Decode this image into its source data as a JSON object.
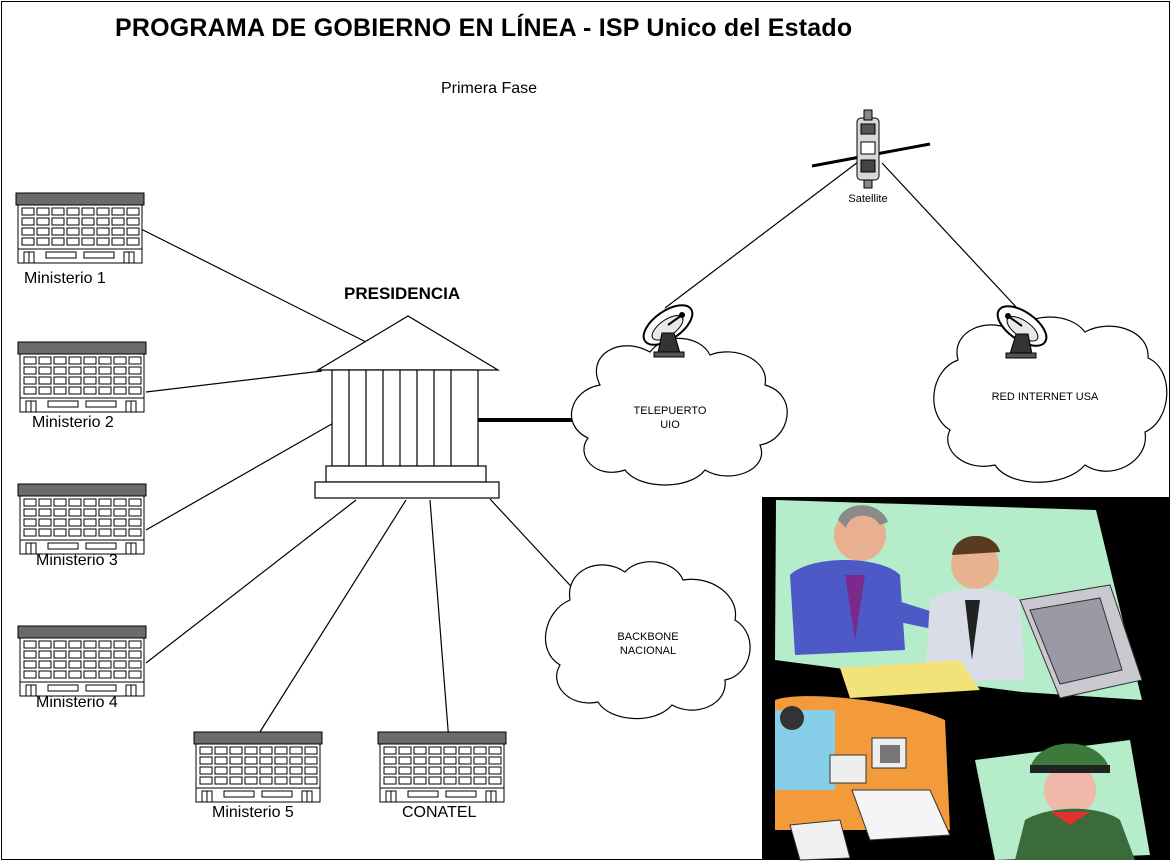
{
  "title": "PROGRAMA DE GOBIERNO EN LÍNEA - ISP Unico del Estado",
  "subtitle": "Primera Fase",
  "nodes": {
    "presidencia": "PRESIDENCIA",
    "ministerio1": "Ministerio 1",
    "ministerio2": "Ministerio 2",
    "ministerio3": "Ministerio 3",
    "ministerio4": "Ministerio 4",
    "ministerio5": "Ministerio 5",
    "conatel": "CONATEL",
    "satellite": "Satellite",
    "telepuerto_line1": "TELEPUERTO",
    "telepuerto_line2": "UIO",
    "red_internet": "RED INTERNET USA",
    "backbone_line1": "BACKBONE",
    "backbone_line2": "NACIONAL"
  },
  "icons": {
    "building": "office-building-icon",
    "government": "government-building-icon",
    "satellite": "satellite-icon",
    "dish": "satellite-dish-icon",
    "cloud": "network-cloud-icon",
    "clipart": "office-workers-clipart"
  },
  "colors": {
    "building_roof": "#6b6b6b",
    "clipart_background": "#000000",
    "clipart_panel": "#b5ecc9"
  }
}
